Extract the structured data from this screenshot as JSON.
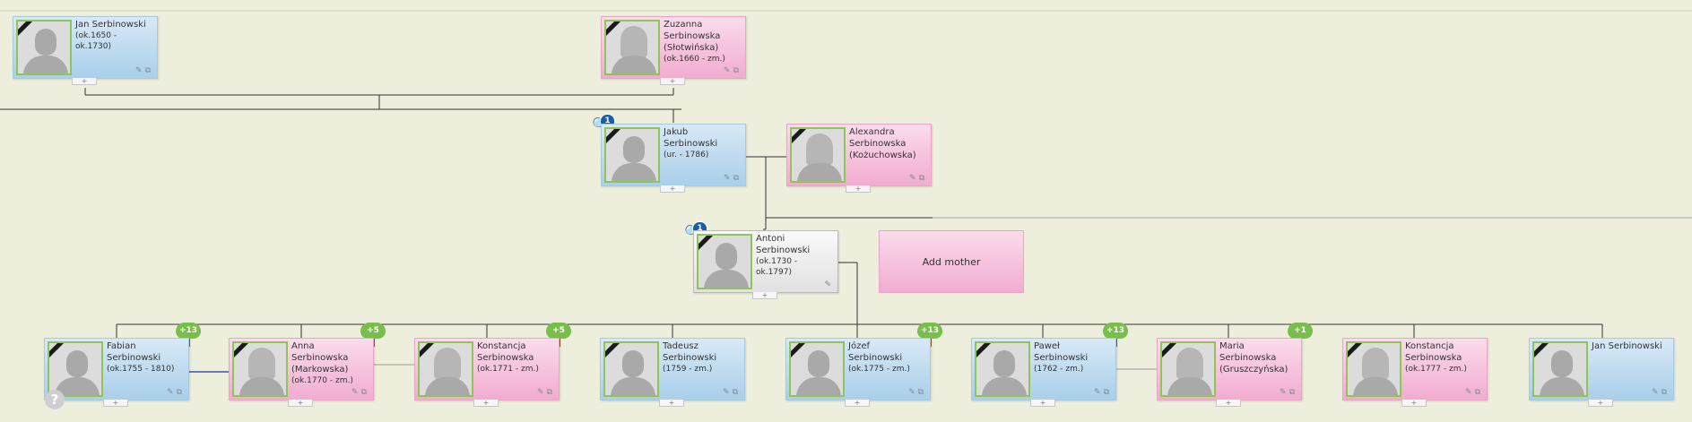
{
  "people": [
    {
      "id": "jan1",
      "name": [
        "Jan Serbinowski"
      ],
      "dates": "(ok.1650 - ok.1730)",
      "gender": "male"
    },
    {
      "id": "zuzanna",
      "name": [
        "Zuzanna",
        "Serbinowska",
        "(Słotwińska)"
      ],
      "dates": "(ok.1660 -  zm.)",
      "gender": "female"
    },
    {
      "id": "jakub",
      "name": [
        "Jakub",
        "Serbinowski"
      ],
      "dates": "(ur. - 1786)",
      "gender": "male",
      "badge": "1"
    },
    {
      "id": "alexandra",
      "name": [
        "Alexandra",
        "Serbinowska",
        "(Kożuchowska)"
      ],
      "dates": "",
      "gender": "female"
    },
    {
      "id": "antoni",
      "name": [
        "Antoni",
        "Serbinowski"
      ],
      "dates": "(ok.1730 - ok.1797)",
      "gender": "gray",
      "badge": "1"
    },
    {
      "id": "fabian",
      "name": [
        "Fabian",
        "Serbinowski"
      ],
      "dates": "(ok.1755 - 1810)",
      "gender": "male",
      "descendants": "+13"
    },
    {
      "id": "anna",
      "name": [
        "Anna",
        "Serbinowska",
        "(Markowska)"
      ],
      "dates": "(ok.1770 -  zm.)",
      "gender": "female",
      "descendants": "+5"
    },
    {
      "id": "konstancja1",
      "name": [
        "Konstancja",
        "Serbinowska"
      ],
      "dates": "(ok.1771 -  zm.)",
      "gender": "female",
      "descendants": "+5"
    },
    {
      "id": "tadeusz",
      "name": [
        "Tadeusz",
        "Serbinowski"
      ],
      "dates": "(1759 -  zm.)",
      "gender": "male"
    },
    {
      "id": "jozef",
      "name": [
        "Józef",
        "Serbinowski"
      ],
      "dates": "(ok.1775 -  zm.)",
      "gender": "male",
      "descendants": "+13"
    },
    {
      "id": "pawel",
      "name": [
        "Paweł",
        "Serbinowski"
      ],
      "dates": "(1762 -  zm.)",
      "gender": "male",
      "descendants": "+13"
    },
    {
      "id": "maria",
      "name": [
        "Maria",
        "Serbinowska",
        "(Gruszczyńska)"
      ],
      "dates": "",
      "gender": "female",
      "descendants": "+1"
    },
    {
      "id": "konstancja2",
      "name": [
        "Konstancja",
        "Serbinowska"
      ],
      "dates": "(ok.1777 -  zm.)",
      "gender": "female"
    },
    {
      "id": "jan2",
      "name": [
        "Jan Serbinowski"
      ],
      "dates": "",
      "gender": "male"
    }
  ],
  "add_mother_label": "Add mother",
  "help_label": "?",
  "ui": {
    "expand_glyph": "+",
    "edit_icon": "pencil-icon",
    "tree_icon": "tree-structure-icon"
  }
}
